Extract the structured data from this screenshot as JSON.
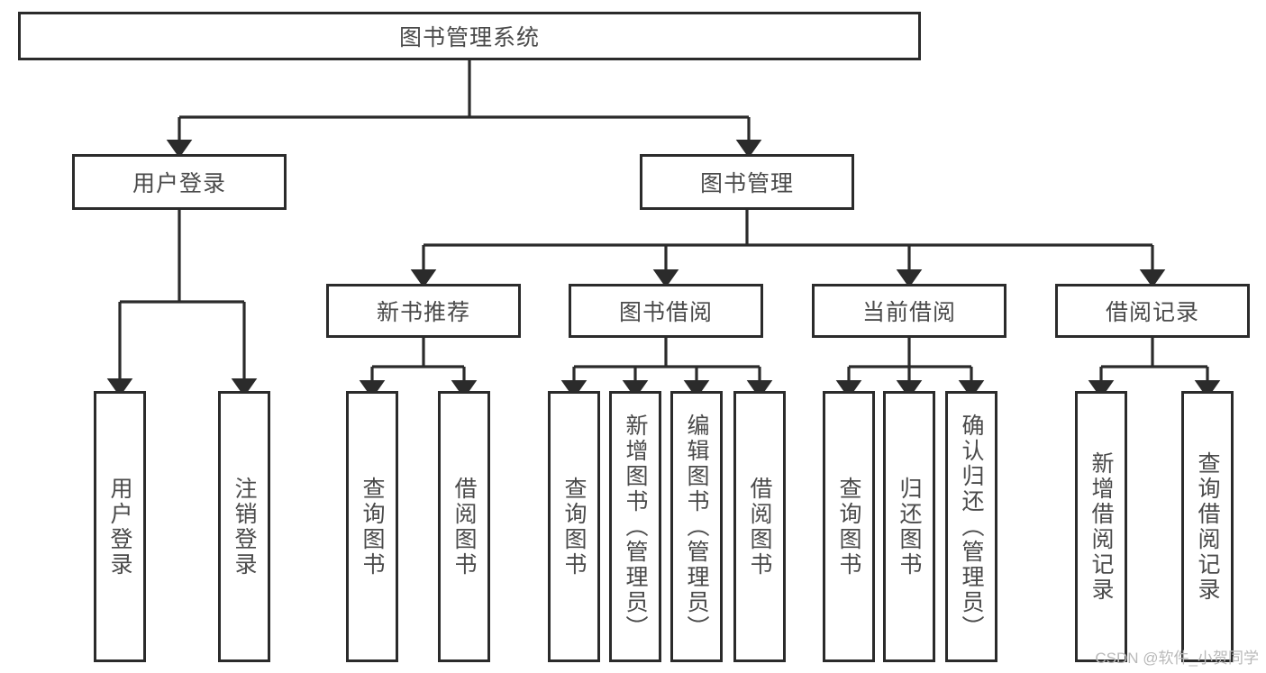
{
  "diagram": {
    "title": "图书管理系统",
    "type": "hierarchy-tree",
    "root": {
      "label": "图书管理系统"
    },
    "level2": [
      {
        "label": "用户登录"
      },
      {
        "label": "图书管理"
      }
    ],
    "level3": [
      {
        "label": "新书推荐"
      },
      {
        "label": "图书借阅"
      },
      {
        "label": "当前借阅"
      },
      {
        "label": "借阅记录"
      }
    ],
    "leaves": {
      "user_login": [
        {
          "label": "用户登录"
        },
        {
          "label": "注销登录"
        }
      ],
      "new_book_recommend": [
        {
          "label": "查询图书"
        },
        {
          "label": "借阅图书"
        }
      ],
      "book_borrow": [
        {
          "label": "查询图书"
        },
        {
          "label": "新增图书（管理员）"
        },
        {
          "label": "编辑图书（管理员）"
        },
        {
          "label": "借阅图书"
        }
      ],
      "current_borrow": [
        {
          "label": "查询图书"
        },
        {
          "label": "归还图书"
        },
        {
          "label": "确认归还（管理员）"
        }
      ],
      "borrow_record": [
        {
          "label": "新增借阅记录"
        },
        {
          "label": "查询借阅记录"
        }
      ]
    }
  },
  "watermark": {
    "text": "CSDN @软件_小贺同学"
  },
  "colors": {
    "stroke": "#2b2b2b",
    "text": "#4a4a4a",
    "background": "#ffffff",
    "watermark": "#b9b9b9"
  }
}
